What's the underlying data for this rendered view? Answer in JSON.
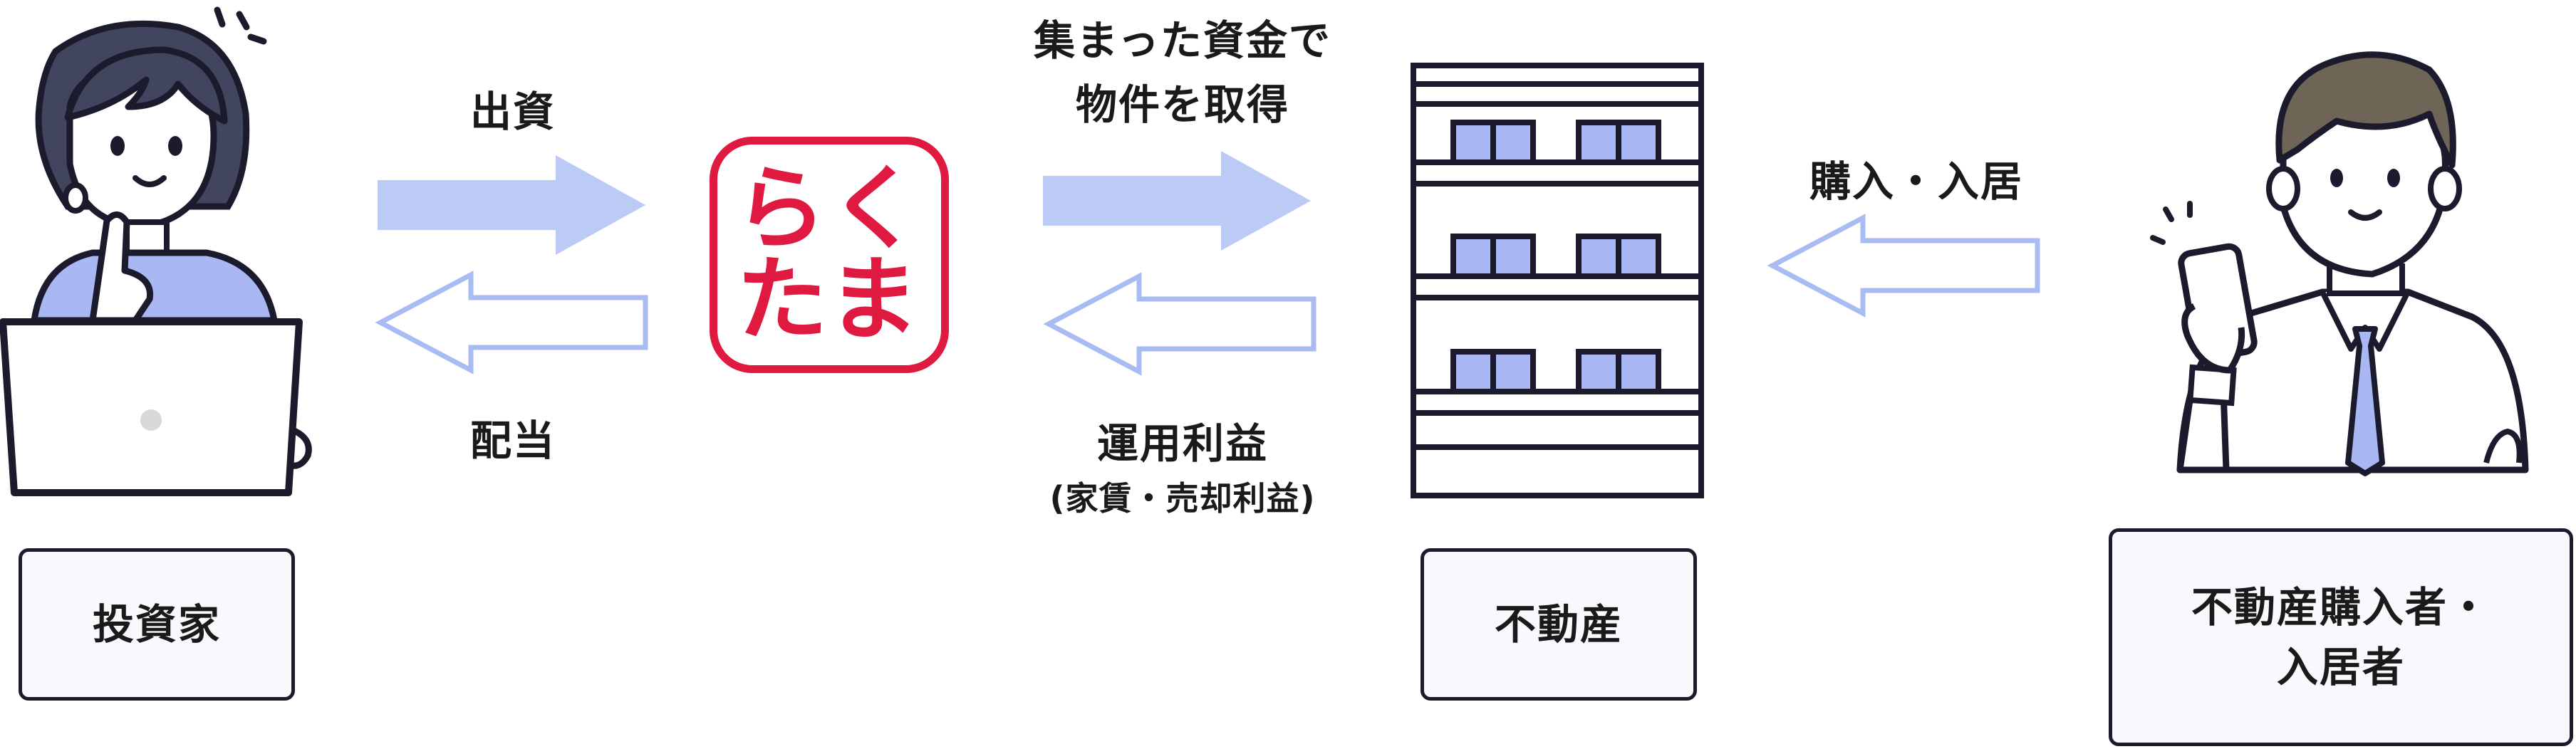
{
  "labels": {
    "investment": "出資",
    "dividend": "配当",
    "acquire_line1": "集まった資金で",
    "acquire_line2": "物件を取得",
    "profit_line1": "運用利益",
    "profit_line2": "(家賃・売却利益)",
    "purchase": "購入・入居"
  },
  "logo": {
    "line1": "らく",
    "line2": "たま",
    "color": "#e01940"
  },
  "boxes": {
    "investor": "投資家",
    "real_estate": "不動産",
    "buyer_line1": "不動産購入者・",
    "buyer_line2": "入居者"
  },
  "icons": {
    "investor": "person-laptop-icon",
    "building": "apartment-building-icon",
    "buyer": "businessman-phone-icon",
    "arrow_filled": "filled-right-arrow-icon",
    "arrow_outline": "outline-left-arrow-icon"
  },
  "colors": {
    "arrow_fill": "#bccbf6",
    "arrow_outline": "#a8bbf2",
    "window": "#a9b7f2",
    "shirt": "#a9b7f2",
    "line": "#1b1b2d"
  }
}
